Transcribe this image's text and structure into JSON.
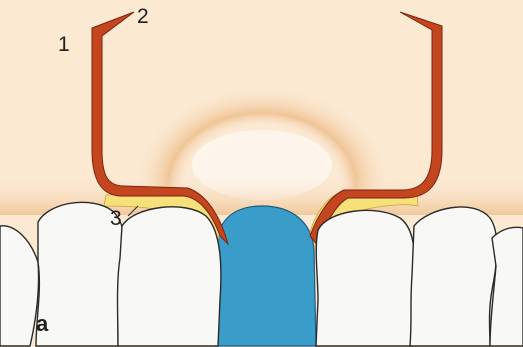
{
  "labels": {
    "one": "1",
    "two": "2",
    "three": "3",
    "panel": "a"
  },
  "colors": {
    "background": "#fbe9d2",
    "gum_shadow": "#e8b070",
    "wall": "#c4461f",
    "wall_outline": "#7a2410",
    "filling": "#f7df7a",
    "tooth": "#f8f8f6",
    "tooth_outline": "#2a2a2a",
    "pontic": "#3a9cc9"
  }
}
